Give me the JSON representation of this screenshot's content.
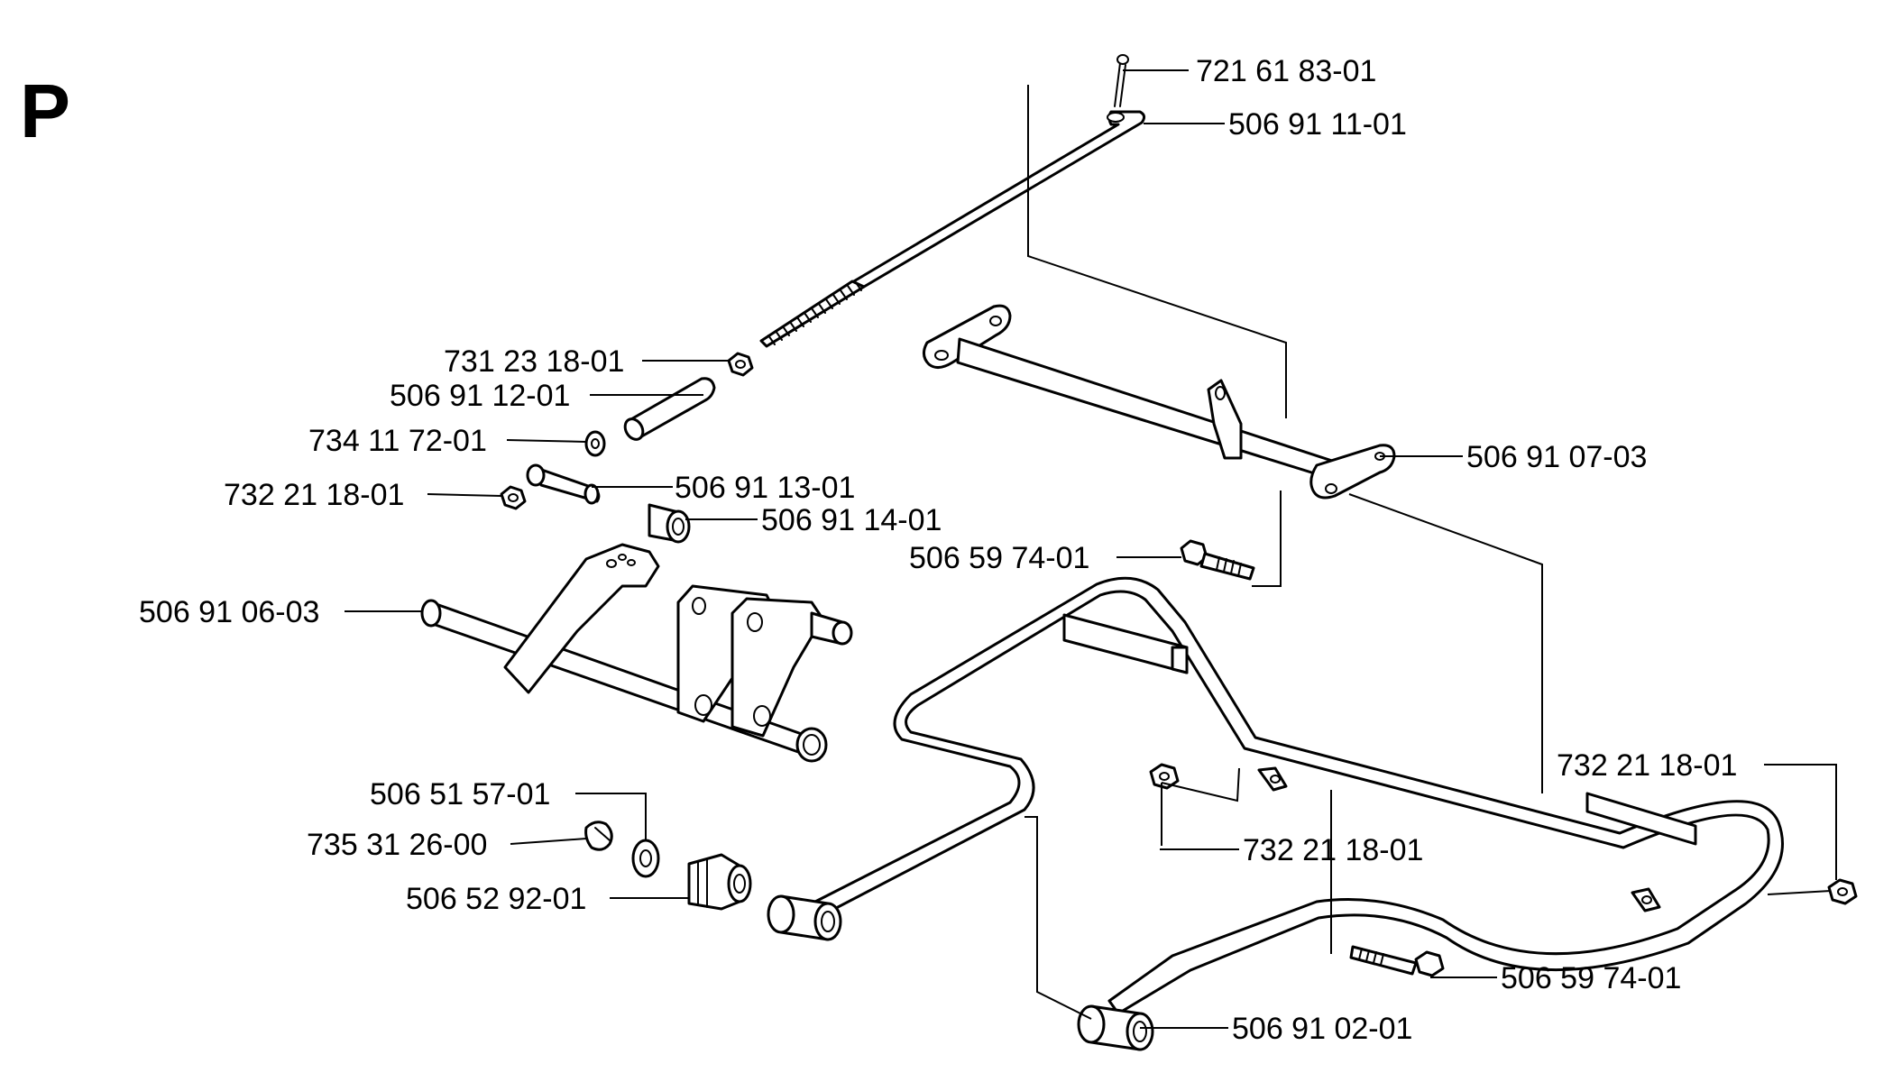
{
  "section_letter": "P",
  "callouts": {
    "c01": "721 61 83-01",
    "c02": "506 91 11-01",
    "c03": "731 23 18-01",
    "c04": "506 91 12-01",
    "c05": "734 11 72-01",
    "c06": "732 21 18-01",
    "c07": "506 91 13-01",
    "c08": "506 91 14-01",
    "c09": "506 91 07-03",
    "c10": "506 59 74-01",
    "c11": "506 91 06-03",
    "c12": "506 51 57-01",
    "c13": "735 31 26-00",
    "c14": "506 52 92-01",
    "c15": "732 21 18-01",
    "c16": "732 21 18-01",
    "c17": "506 59 74-01",
    "c18": "506 91 02-01"
  }
}
